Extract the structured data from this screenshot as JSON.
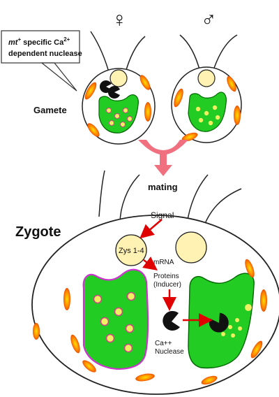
{
  "symbols": {
    "female": "♀",
    "male": "♂"
  },
  "callout": {
    "line1_italic": "mt",
    "line1_sup": "+",
    "line1_rest": "specific Ca",
    "line1_sup2": "2+",
    "line2": "dependent nuclease"
  },
  "labels": {
    "gamete": "Gamete",
    "mating": "mating",
    "zygote": "Zygote",
    "signal": "Signal",
    "zys": "Zys 1-4",
    "mrna": "mRNA",
    "proteins": "Proteins",
    "inducer": "(Inducer)",
    "ca": "Ca++",
    "nuclease": "Nuclease"
  },
  "colors": {
    "chloroplast": "#22cc22",
    "chloroplast_border": "#006600",
    "female_chloroplast_border": "#cc33cc",
    "nucleus": "#fff2b3",
    "mitochondria": "#ff8800",
    "arrow_red": "#e00000",
    "mating_arrow": "#f07080"
  }
}
